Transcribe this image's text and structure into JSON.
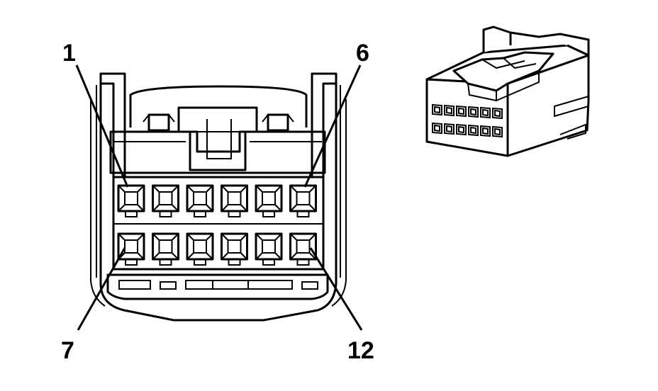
{
  "diagram": {
    "pin_labels": [
      {
        "id": "pin-1",
        "text": "1"
      },
      {
        "id": "pin-6",
        "text": "6"
      },
      {
        "id": "pin-7",
        "text": "7"
      },
      {
        "id": "pin-12",
        "text": "12"
      }
    ],
    "rows": 2,
    "cavities_per_row": 6,
    "line_color": "#000000",
    "background_color": "#ffffff"
  }
}
